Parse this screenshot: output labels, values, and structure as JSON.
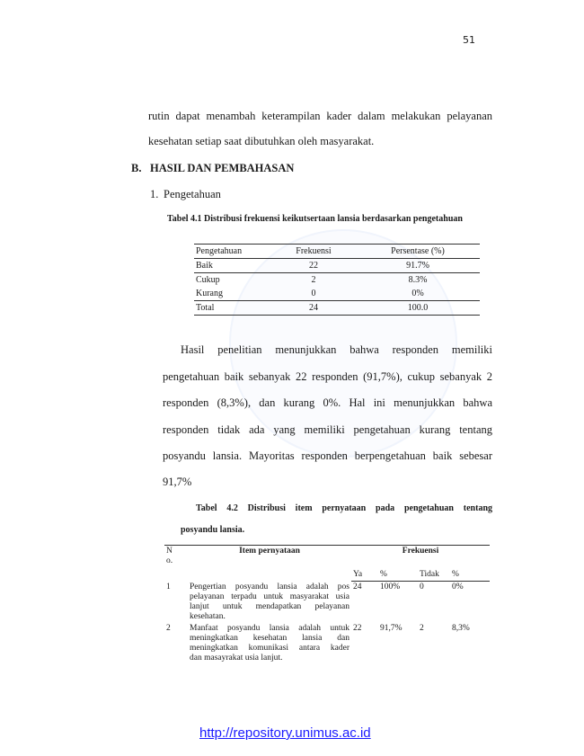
{
  "page_number": "51",
  "intro_lines": [
    "rutin dapat menambah keterampilan kader dalam melakukan pelayanan",
    "kesehatan setiap saat dibutuhkan oleh masyarakat."
  ],
  "section_heading": {
    "letter": "B.",
    "title": "HASIL DAN PEMBAHASAN"
  },
  "subsection": {
    "number": "1.",
    "title": "Pengetahuan"
  },
  "table1": {
    "caption": "Tabel 4.1 Distribusi frekuensi keikutsertaan lansia berdasarkan pengetahuan",
    "headers": [
      "Pengetahuan",
      "Frekuensi",
      "Persentase (%)"
    ],
    "rows": [
      [
        "Baik",
        "22",
        "91.7%"
      ],
      [
        "Cukup",
        "2",
        "8.3%"
      ],
      [
        "Kurang",
        "0",
        "0%"
      ],
      [
        "Total",
        "24",
        "100.0"
      ]
    ]
  },
  "discussion_lines": [
    "Hasil penelitian menunjukkan bahwa responden memiliki",
    "pengetahuan baik sebanyak 22 responden (91,7%), cukup sebanyak 2",
    "responden (8,3%), dan kurang 0%. Hal ini menunjukkan bahwa",
    "responden tidak ada yang memiliki pengetahuan kurang tentang",
    "posyandu lansia. Mayoritas responden berpengetahuan baik sebesar",
    "91,7%"
  ],
  "table2": {
    "caption_lines": [
      "Tabel 4.2 Distribusi item pernyataan pada pengetahuan tentang",
      "posyandu lansia."
    ],
    "col_no_lines": [
      "N",
      "o."
    ],
    "col_item": "Item pernyataan",
    "col_freq": "Frekuensi",
    "sub_headers": [
      "Ya",
      "%",
      "Tidak",
      "%"
    ],
    "rows": [
      {
        "no": "1",
        "item_lines": [
          "Pengertian posyandu lansia adalah pos",
          "pelayanan terpadu untuk masyarakat usia",
          "lanjut untuk mendapatkan pelayanan",
          "kesehatan."
        ],
        "ya": "24",
        "ya_pct": "100%",
        "tidak": "0",
        "tidak_pct": "0%"
      },
      {
        "no": "2",
        "item_lines": [
          "Manfaat posyandu lansia adalah untuk",
          "meningkatkan kesehatan lansia dan",
          "meningkatkan komunikasi antara kader",
          "dan masayrakat usia lanjut."
        ],
        "ya": "22",
        "ya_pct": "91,7%",
        "tidak": "2",
        "tidak_pct": "8,3%"
      }
    ]
  },
  "footer_link": "http://repository.unimus.ac.id",
  "colors": {
    "link": "#1a1aff",
    "text": "#1a1a1a",
    "rule": "#333333"
  }
}
